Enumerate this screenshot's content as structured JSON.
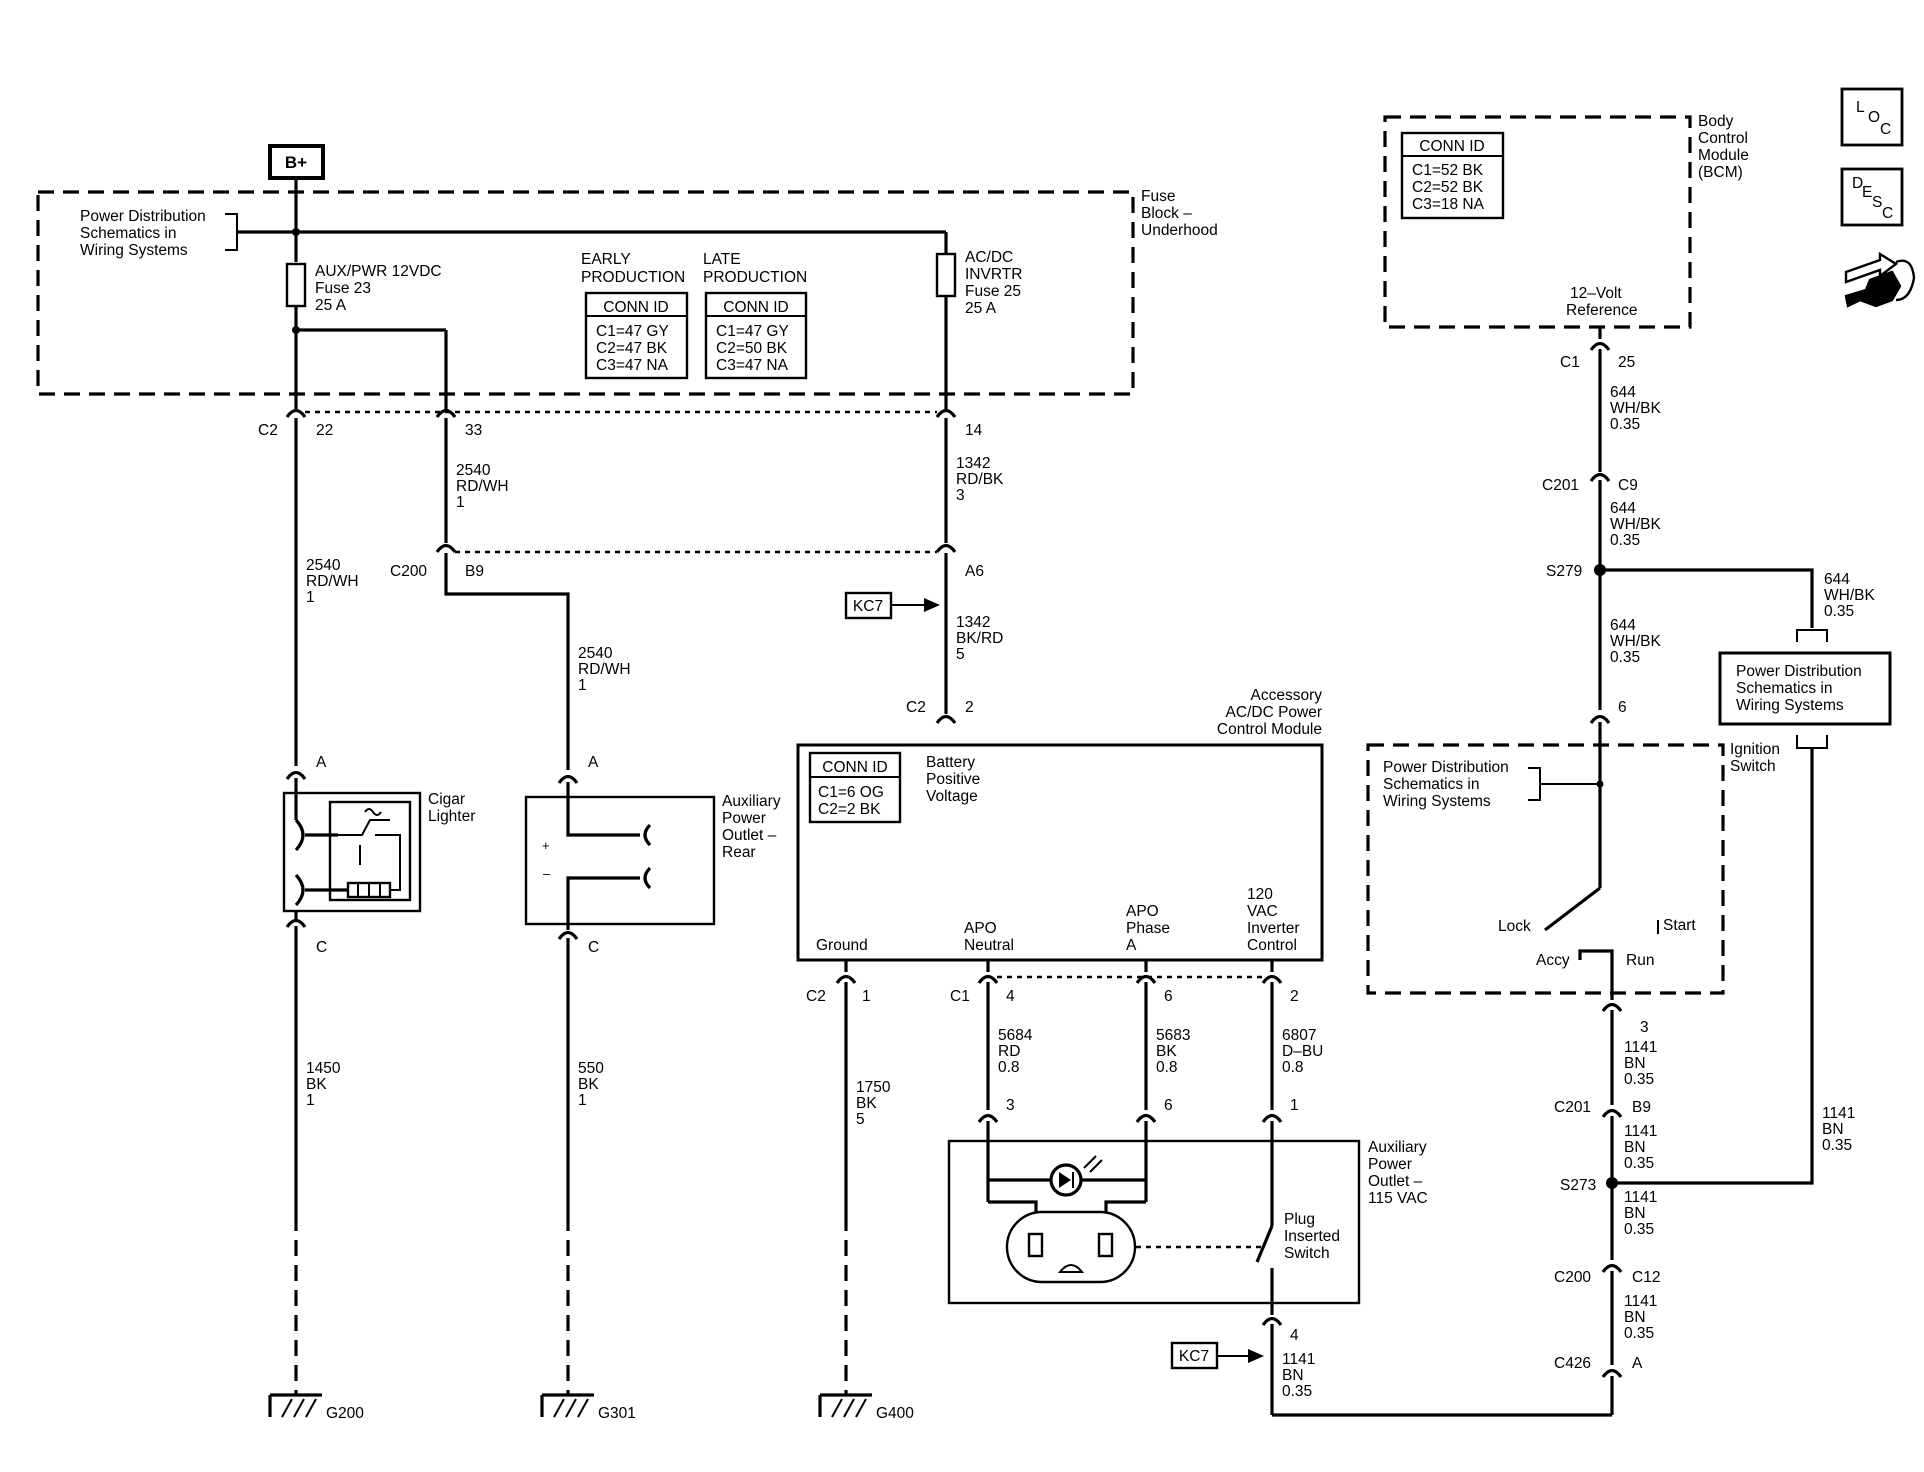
{
  "battery_label": "B+",
  "fuse_block": {
    "label": [
      "Fuse",
      "Block –",
      "Underhood"
    ]
  },
  "refs": {
    "power_dist": [
      "Power Distribution",
      "Schematics in",
      "Wiring Systems"
    ],
    "kc7": "KC7"
  },
  "fuses": {
    "f23": [
      "AUX/PWR 12VDC",
      "Fuse 23",
      "25 A"
    ],
    "f25": [
      "AC/DC",
      "INVRTR",
      "Fuse 25",
      "25 A"
    ]
  },
  "conn_tables": {
    "early": {
      "header": [
        "EARLY",
        "PRODUCTION"
      ],
      "title": "CONN ID",
      "rows": [
        "C1=47 GY",
        "C2=47 BK",
        "C3=47 NA"
      ]
    },
    "late": {
      "header": [
        "LATE",
        "PRODUCTION"
      ],
      "title": "CONN ID",
      "rows": [
        "C1=47 GY",
        "C2=50 BK",
        "C3=47 NA"
      ]
    }
  },
  "connectors": {
    "c2_top": {
      "name": "C2",
      "pins": [
        "22",
        "33",
        "14"
      ]
    },
    "c200": {
      "name": "C200",
      "pins": [
        "B9",
        "A6"
      ]
    },
    "c2_module": {
      "name": "C2",
      "pin": "2"
    },
    "module_low": {
      "c2": "C2",
      "p1": "1",
      "c1": "C1",
      "p4": "4",
      "p6": "6",
      "p2": "2"
    },
    "bcm_c1": {
      "name": "C1",
      "pin": "25"
    },
    "c201_a": {
      "name": "C201",
      "pin": "C9"
    },
    "c201_b": {
      "name": "C201",
      "pin": "B9"
    },
    "c200_b": {
      "name": "C200",
      "pin": "C12"
    },
    "c426": {
      "name": "C426",
      "pin": "A"
    }
  },
  "wires": {
    "w2540_a": [
      "2540",
      "RD/WH",
      "1"
    ],
    "w2540_b": [
      "2540",
      "RD/WH",
      "1"
    ],
    "w2540_c": [
      "2540",
      "RD/WH",
      "1"
    ],
    "w1342_a": [
      "1342",
      "RD/BK",
      "3"
    ],
    "w1342_b": [
      "1342",
      "BK/RD",
      "5"
    ],
    "w1450": [
      "1450",
      "BK",
      "1"
    ],
    "w550": [
      "550",
      "BK",
      "1"
    ],
    "w1750": [
      "1750",
      "BK",
      "5"
    ],
    "w5684": [
      "5684",
      "RD",
      "0.8"
    ],
    "w5683": [
      "5683",
      "BK",
      "0.8"
    ],
    "w6807": [
      "6807",
      "D–BU",
      "0.8"
    ],
    "w644_a": [
      "644",
      "WH/BK",
      "0.35"
    ],
    "w644_b": [
      "644",
      "WH/BK",
      "0.35"
    ],
    "w644_c": [
      "644",
      "WH/BK",
      "0.35"
    ],
    "w644_d": [
      "644",
      "WH/BK",
      "0.35"
    ],
    "w1141_a": [
      "1141",
      "BN",
      "0.35"
    ],
    "w1141_b": [
      "1141",
      "BN",
      "0.35"
    ],
    "w1141_c": [
      "1141",
      "BN",
      "0.35"
    ],
    "w1141_d": [
      "1141",
      "BN",
      "0.35"
    ],
    "w1141_e": [
      "1141",
      "BN",
      "0.35"
    ],
    "w1141_r": [
      "1141",
      "BN",
      "0.35"
    ]
  },
  "components": {
    "cigar": {
      "label": [
        "Cigar",
        "Lighter"
      ],
      "pin_a": "A",
      "pin_c": "C"
    },
    "aux_rear": {
      "label": [
        "Auxiliary",
        "Power",
        "Outlet –",
        "Rear"
      ],
      "pin_a": "A",
      "pin_c": "C",
      "plus": "+",
      "minus": "–"
    },
    "module": {
      "label": [
        "Accessory",
        "AC/DC Power",
        "Control Module"
      ],
      "conn": {
        "title": "CONN ID",
        "rows": [
          "C1=6 OG",
          "C2=2 BK"
        ]
      },
      "bpv": [
        "Battery",
        "Positive",
        "Voltage"
      ],
      "pins": [
        "Ground",
        "APO",
        "Neutral",
        "APO",
        "Phase",
        "A",
        "120",
        "VAC",
        "Inverter",
        "Control"
      ]
    },
    "aux_115": {
      "label": [
        "Auxiliary",
        "Power",
        "Outlet –",
        "115 VAC"
      ],
      "pins": [
        "3",
        "6",
        "1"
      ],
      "switch_label": [
        "Plug",
        "Inserted",
        "Switch"
      ],
      "pin4": "4"
    },
    "bcm": {
      "label": [
        "Body",
        "Control",
        "Module",
        "(BCM)"
      ],
      "conn": {
        "title": "CONN ID",
        "rows": [
          "C1=52 BK",
          "C2=52 BK",
          "C3=18 NA"
        ]
      },
      "ref": [
        "12–Volt",
        "Reference"
      ]
    },
    "ignition": {
      "label": [
        "Ignition",
        "Switch"
      ],
      "positions": [
        "Lock",
        "Accy",
        "Run",
        "Start"
      ],
      "pin6": "6",
      "pin3": "3"
    }
  },
  "splices": {
    "s279": "S279",
    "s273": "S273"
  },
  "grounds": [
    "G200",
    "G301",
    "G400"
  ],
  "nav": {
    "loc": [
      "L",
      "O",
      "C"
    ],
    "desc": [
      "D",
      "E",
      "S",
      "C"
    ]
  }
}
